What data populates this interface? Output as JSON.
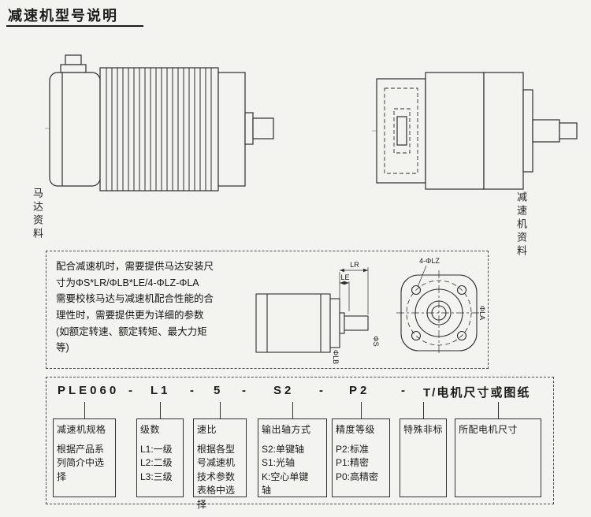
{
  "page": {
    "title": "减速机型号说明"
  },
  "drawings": {
    "motor_caption": "马达资料",
    "reducer_caption": "减速机资料"
  },
  "note": {
    "text": "配合减速机时，需要提供马达安装尺\n寸为ΦS*LR/ΦLB*LE/4-ΦLZ-ΦLA\n需要校核马达与减速机配合性能的合\n理性时，需要提供更为详细的参数\n(如额定转速、额定转矩、最大力矩\n等)",
    "dims": {
      "lr": "LR",
      "le": "LE",
      "phi_s": "ΦS",
      "phi_lb": "ΦLB",
      "bolt_holes": "4-ΦLZ",
      "phi_la": "ΦLA"
    }
  },
  "model": {
    "code": {
      "s1": "PLE060",
      "d1": "-",
      "s2": "L1",
      "d2": "-",
      "s3": "5",
      "d3": "-",
      "s4": "S2",
      "d4": "-",
      "s5": "P2",
      "d5": "-",
      "s6": "T/电机尺寸或图纸"
    },
    "columns": [
      {
        "title": "减速机规格",
        "content": "根据产品系\n列简介中选\n择"
      },
      {
        "title": "级数",
        "content": "L1:一级\nL2:二级\nL3:三级"
      },
      {
        "title": "速比",
        "content": "根据各型\n号减速机\n技术参数\n表格中选\n择"
      },
      {
        "title": "输出轴方式",
        "content": "S2:单键轴\nS1:光轴\nK:空心单键\n轴"
      },
      {
        "title": "精度等级",
        "content": "P2:标准\nP1:精密\nP0:高精密"
      },
      {
        "title": "特殊非标",
        "content": ""
      },
      {
        "title": "所配电机尺寸",
        "content": ""
      }
    ]
  }
}
